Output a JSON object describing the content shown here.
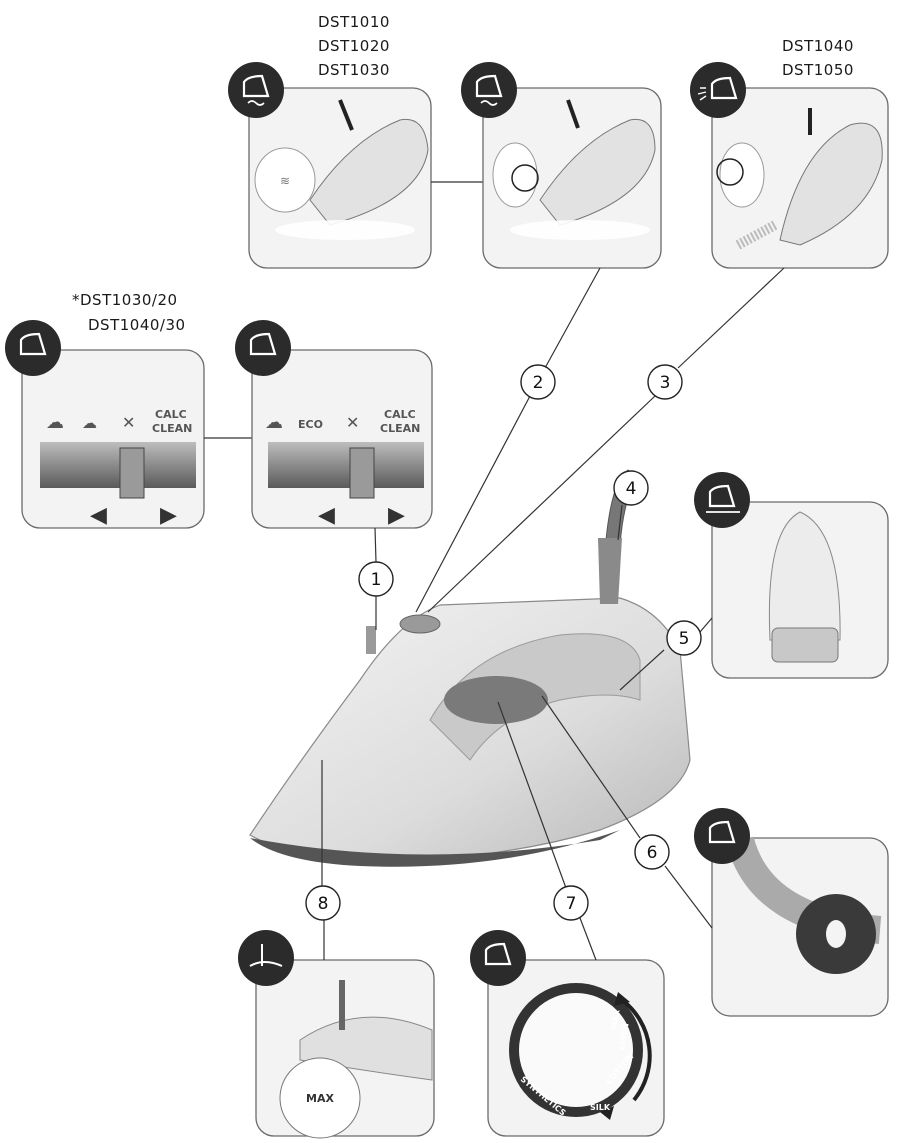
{
  "models": {
    "group_top_left": [
      "DST1010",
      "DST1020",
      "DST1030"
    ],
    "group_top_right": [
      "DST1040",
      "DST1050"
    ],
    "group_left": [
      "*DST1030/20",
      "DST1040/30"
    ]
  },
  "callouts": [
    "1",
    "2",
    "3",
    "4",
    "5",
    "6",
    "7",
    "8"
  ],
  "slider_labels": {
    "eco": "ECO",
    "calc": "CALC",
    "clean": "CLEAN"
  },
  "dial_labels": {
    "synthetics": "SYNTHETICS",
    "silk": "SILK",
    "cotton": "COTTON",
    "linen": "LINEN",
    "max": "MAX"
  },
  "tank_label": "MAX",
  "colors": {
    "badge": "#2b2b2b",
    "panel": "#f3f3f3",
    "line": "#333333"
  },
  "icons": [
    "iron-steam-icon",
    "iron-spray-icon",
    "iron-soleplate-icon",
    "iron-temperature-icon",
    "iron-fill-icon"
  ]
}
